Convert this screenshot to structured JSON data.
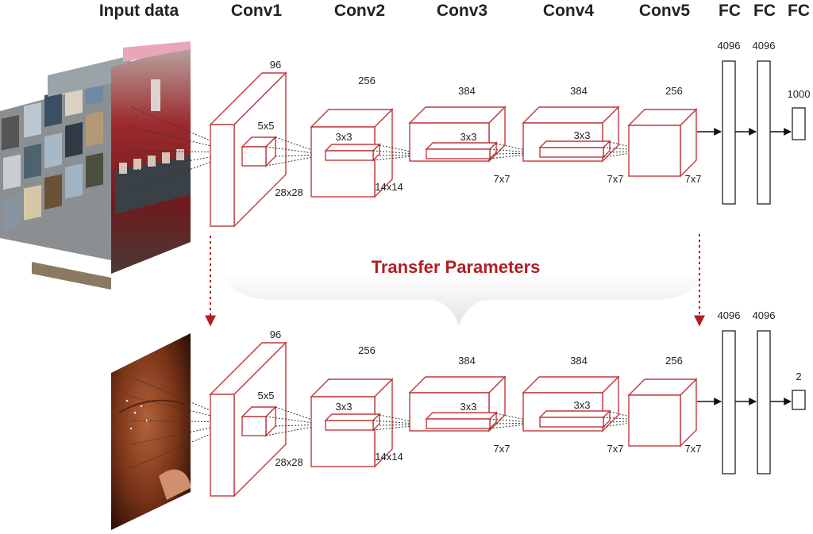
{
  "colors": {
    "accent": "#b01e23",
    "box_stroke": "#c0393d",
    "text": "#222222",
    "dashed": "#333333"
  },
  "headers": {
    "input": "Input data",
    "conv1": "Conv1",
    "conv2": "Conv2",
    "conv3": "Conv3",
    "conv4": "Conv4",
    "conv5": "Conv5",
    "fc1": "FC",
    "fc2": "FC",
    "fc3": "FC"
  },
  "transfer_label": "Transfer Parameters",
  "rows": [
    {
      "conv1": {
        "depth": "96",
        "kernel": "5x5",
        "size": "28x28"
      },
      "conv2": {
        "depth": "256",
        "kernel": "3x3",
        "size": "14x14"
      },
      "conv3": {
        "depth": "384",
        "kernel": "3x3",
        "size": "7x7"
      },
      "conv4": {
        "depth": "384",
        "kernel": "3x3",
        "size": "7x7"
      },
      "conv5": {
        "depth": "256",
        "size": "7x7"
      },
      "fc1": "4096",
      "fc2": "4096",
      "output": "1000"
    },
    {
      "conv1": {
        "depth": "96",
        "kernel": "5x5",
        "size": "28x28"
      },
      "conv2": {
        "depth": "256",
        "kernel": "3x3",
        "size": "14x14"
      },
      "conv3": {
        "depth": "384",
        "kernel": "3x3",
        "size": "7x7"
      },
      "conv4": {
        "depth": "384",
        "kernel": "3x3",
        "size": "7x7"
      },
      "conv5": {
        "depth": "256",
        "size": "7x7"
      },
      "fc1": "4096",
      "fc2": "4096",
      "output": "2"
    }
  ]
}
